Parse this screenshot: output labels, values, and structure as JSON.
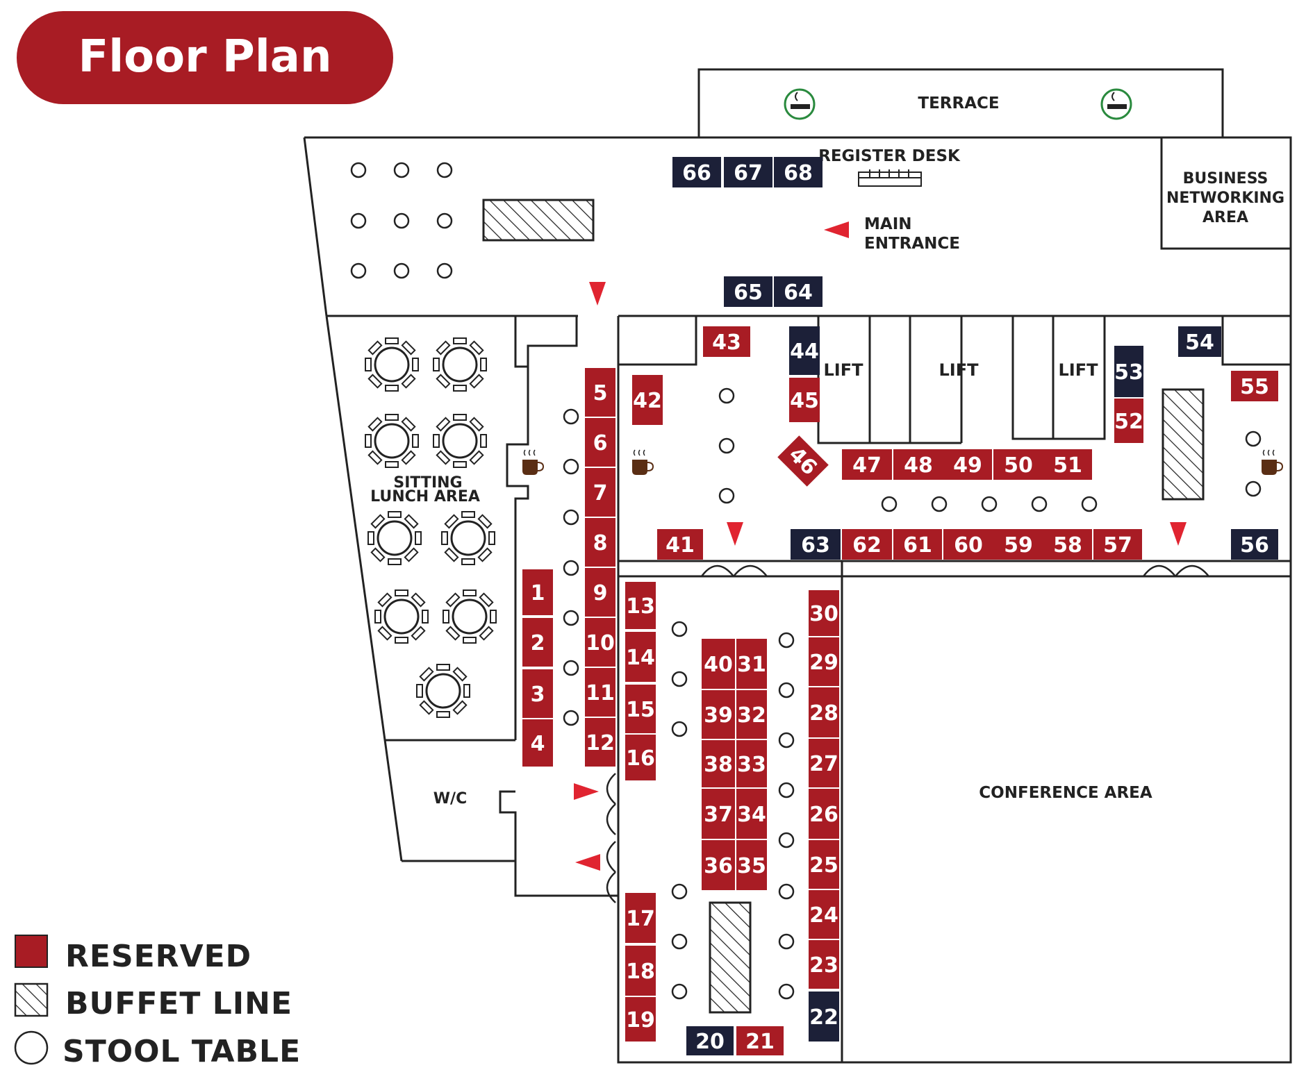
{
  "title": "Floor Plan",
  "colors": {
    "reserved": "#a81c24",
    "available": "#1c2038",
    "arrow": "#e02430",
    "wall": "#222222",
    "smoking": "#2a8a3e"
  },
  "areas": {
    "terrace": "TERRACE",
    "register_desk": "REGISTER DESK",
    "main_entrance_1": "MAIN",
    "main_entrance_2": "ENTRANCE",
    "business_1": "BUSINESS",
    "business_2": "NETWORKING",
    "business_3": "AREA",
    "lunch_1": "SITTING",
    "lunch_2": "LUNCH AREA",
    "wc": "W/C",
    "lift": "LIFT",
    "conference": "CONFERENCE AREA"
  },
  "legend": {
    "reserved": "RESERVED",
    "buffet": "BUFFET LINE",
    "stool": "STOOL TABLE"
  },
  "booths": [
    {
      "id": "1",
      "status": "reserved"
    },
    {
      "id": "2",
      "status": "reserved"
    },
    {
      "id": "3",
      "status": "reserved"
    },
    {
      "id": "4",
      "status": "reserved"
    },
    {
      "id": "5",
      "status": "reserved"
    },
    {
      "id": "6",
      "status": "reserved"
    },
    {
      "id": "7",
      "status": "reserved"
    },
    {
      "id": "8",
      "status": "reserved"
    },
    {
      "id": "9",
      "status": "reserved"
    },
    {
      "id": "10",
      "status": "reserved"
    },
    {
      "id": "11",
      "status": "reserved"
    },
    {
      "id": "12",
      "status": "reserved"
    },
    {
      "id": "13",
      "status": "reserved"
    },
    {
      "id": "14",
      "status": "reserved"
    },
    {
      "id": "15",
      "status": "reserved"
    },
    {
      "id": "16",
      "status": "reserved"
    },
    {
      "id": "17",
      "status": "reserved"
    },
    {
      "id": "18",
      "status": "reserved"
    },
    {
      "id": "19",
      "status": "reserved"
    },
    {
      "id": "20",
      "status": "available"
    },
    {
      "id": "21",
      "status": "reserved"
    },
    {
      "id": "22",
      "status": "available"
    },
    {
      "id": "23",
      "status": "reserved"
    },
    {
      "id": "24",
      "status": "reserved"
    },
    {
      "id": "25",
      "status": "reserved"
    },
    {
      "id": "26",
      "status": "reserved"
    },
    {
      "id": "27",
      "status": "reserved"
    },
    {
      "id": "28",
      "status": "reserved"
    },
    {
      "id": "29",
      "status": "reserved"
    },
    {
      "id": "30",
      "status": "reserved"
    },
    {
      "id": "31",
      "status": "reserved"
    },
    {
      "id": "32",
      "status": "reserved"
    },
    {
      "id": "33",
      "status": "reserved"
    },
    {
      "id": "34",
      "status": "reserved"
    },
    {
      "id": "35",
      "status": "reserved"
    },
    {
      "id": "36",
      "status": "reserved"
    },
    {
      "id": "37",
      "status": "reserved"
    },
    {
      "id": "38",
      "status": "reserved"
    },
    {
      "id": "39",
      "status": "reserved"
    },
    {
      "id": "40",
      "status": "reserved"
    },
    {
      "id": "41",
      "status": "reserved"
    },
    {
      "id": "42",
      "status": "reserved"
    },
    {
      "id": "43",
      "status": "reserved"
    },
    {
      "id": "44",
      "status": "available"
    },
    {
      "id": "45",
      "status": "reserved"
    },
    {
      "id": "46",
      "status": "reserved"
    },
    {
      "id": "47",
      "status": "reserved"
    },
    {
      "id": "48",
      "status": "reserved"
    },
    {
      "id": "49",
      "status": "reserved"
    },
    {
      "id": "50",
      "status": "reserved"
    },
    {
      "id": "51",
      "status": "reserved"
    },
    {
      "id": "52",
      "status": "reserved"
    },
    {
      "id": "53",
      "status": "available"
    },
    {
      "id": "54",
      "status": "available"
    },
    {
      "id": "55",
      "status": "reserved"
    },
    {
      "id": "56",
      "status": "available"
    },
    {
      "id": "57",
      "status": "reserved"
    },
    {
      "id": "58",
      "status": "reserved"
    },
    {
      "id": "59",
      "status": "reserved"
    },
    {
      "id": "60",
      "status": "reserved"
    },
    {
      "id": "61",
      "status": "reserved"
    },
    {
      "id": "62",
      "status": "reserved"
    },
    {
      "id": "63",
      "status": "available"
    },
    {
      "id": "64",
      "status": "available"
    },
    {
      "id": "65",
      "status": "available"
    },
    {
      "id": "66",
      "status": "available"
    },
    {
      "id": "67",
      "status": "available"
    },
    {
      "id": "68",
      "status": "available"
    }
  ]
}
